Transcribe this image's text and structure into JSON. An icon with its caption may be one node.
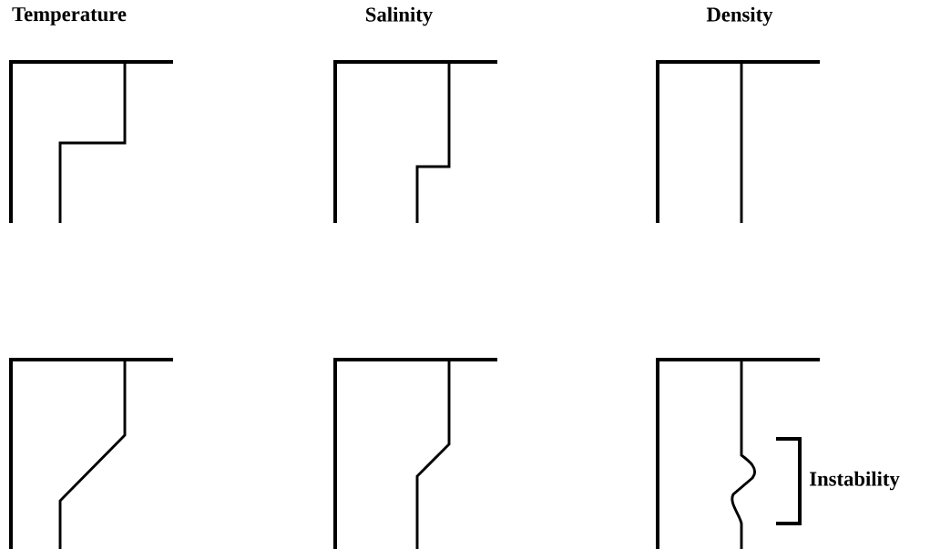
{
  "diagram": {
    "labels": [
      "Temperature",
      "Salinity",
      "Density",
      "Instability"
    ]
  }
}
